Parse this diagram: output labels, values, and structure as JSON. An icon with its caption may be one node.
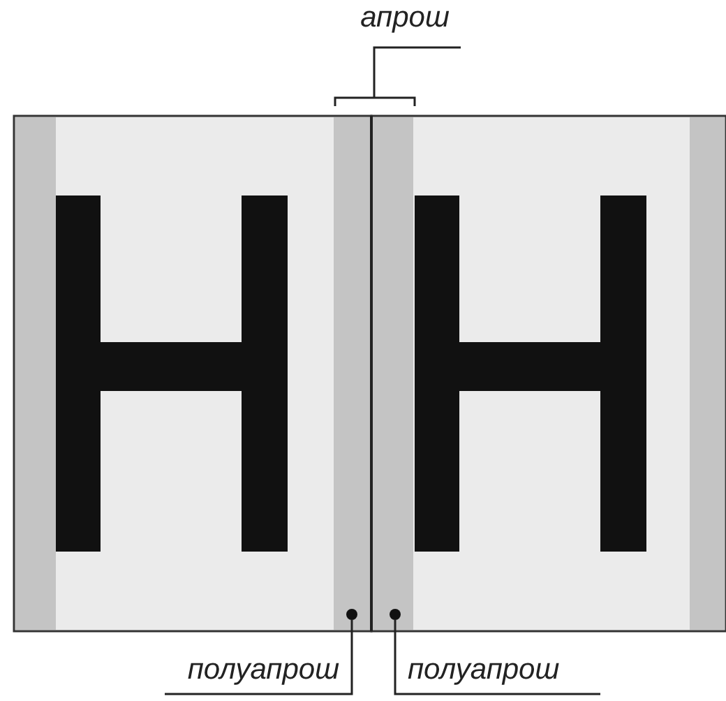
{
  "diagram": {
    "nodes": [
      {
        "text": [
          "апрош"
        ]
      },
      {
        "text": [
          "полуапрош"
        ]
      },
      {
        "text": [
          "полуапрош"
        ]
      },
      {
        "text": [],
        "shape": "circle"
      },
      {
        "text": [],
        "shape": "circle"
      }
    ],
    "edges": [
      {
        "from": 0,
        "to": null,
        "arrow": "none"
      },
      {
        "from": 1,
        "to": 3,
        "arrow": "none"
      },
      {
        "from": 2,
        "to": 4,
        "arrow": "none"
      }
    ]
  }
}
